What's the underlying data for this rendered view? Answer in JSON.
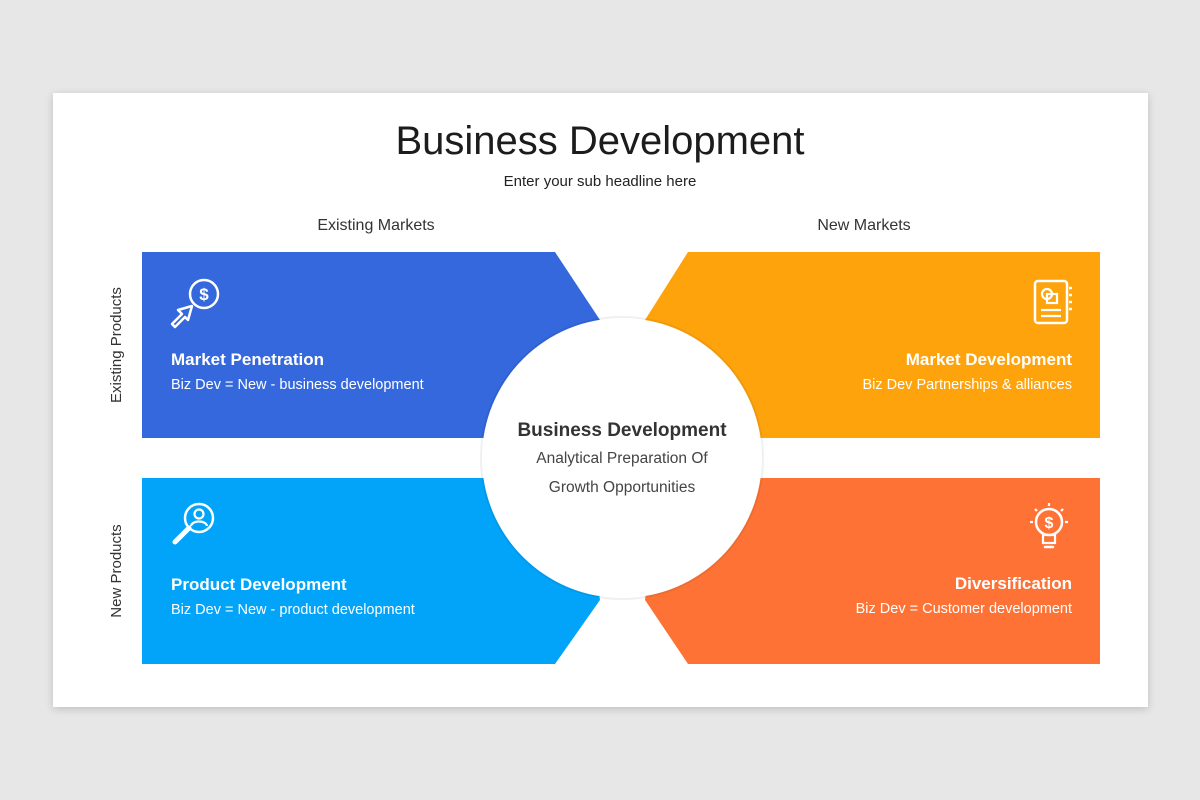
{
  "header": {
    "title": "Business Development",
    "subtitle": "Enter your sub headline here"
  },
  "columns": {
    "existing": "Existing Markets",
    "new": "New Markets"
  },
  "rows": {
    "existing": "Existing Products",
    "new": "New Products"
  },
  "center": {
    "title": "Business Development",
    "line1": "Analytical Preparation Of",
    "line2": "Growth Opportunities"
  },
  "quadrants": {
    "top_left": {
      "title": "Market Penetration",
      "desc": "Biz Dev = New - business development",
      "color": "#3468dc",
      "icon": "cursor-dollar-icon"
    },
    "top_right": {
      "title": "Market Development",
      "desc": "Biz Dev Partnerships & alliances",
      "color": "#fea30c",
      "icon": "notebook-icon"
    },
    "bottom_left": {
      "title": "Product Development",
      "desc": "Biz Dev = New - product development",
      "color": "#02a4f9",
      "icon": "user-search-icon"
    },
    "bottom_right": {
      "title": "Diversification",
      "desc": "Biz Dev = Customer development",
      "color": "#fe7335",
      "icon": "lightbulb-dollar-icon"
    }
  }
}
